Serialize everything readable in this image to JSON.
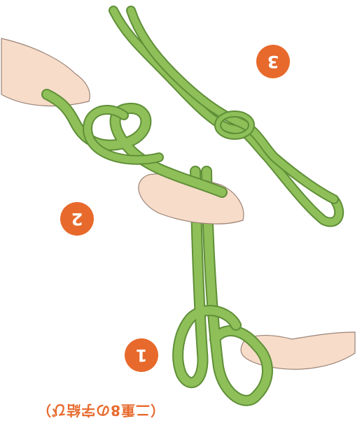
{
  "steps": [
    {
      "number": "1"
    },
    {
      "number": "2"
    },
    {
      "number": "3"
    }
  ],
  "caption": "（二重8の字結び）",
  "colors": {
    "rope": "#8fbf59",
    "rope_dark": "#5f8f37",
    "skin": "#f7dcc9",
    "skin_shadow": "#e9a89a",
    "badge": "#e76a2c"
  },
  "icons": [
    "hand-icon",
    "rope-icon"
  ]
}
